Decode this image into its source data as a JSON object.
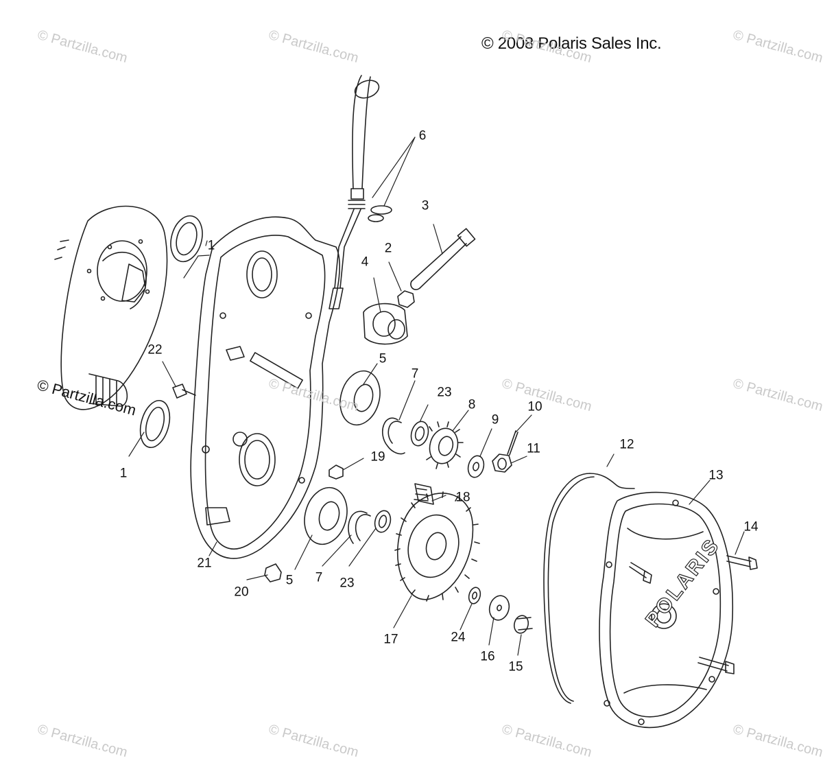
{
  "copyright": "© 2008 Polaris Sales Inc.",
  "watermark": "© Partzilla.com",
  "stroke_color": "#222222",
  "watermark_color": "#c9c9c9",
  "cover_text": "POLARIS",
  "callouts": [
    "1",
    "1",
    "2",
    "3",
    "4",
    "5",
    "5",
    "6",
    "7",
    "7",
    "8",
    "9",
    "10",
    "11",
    "12",
    "13",
    "14",
    "15",
    "16",
    "17",
    "18",
    "19",
    "20",
    "21",
    "22",
    "23",
    "23",
    "24"
  ]
}
